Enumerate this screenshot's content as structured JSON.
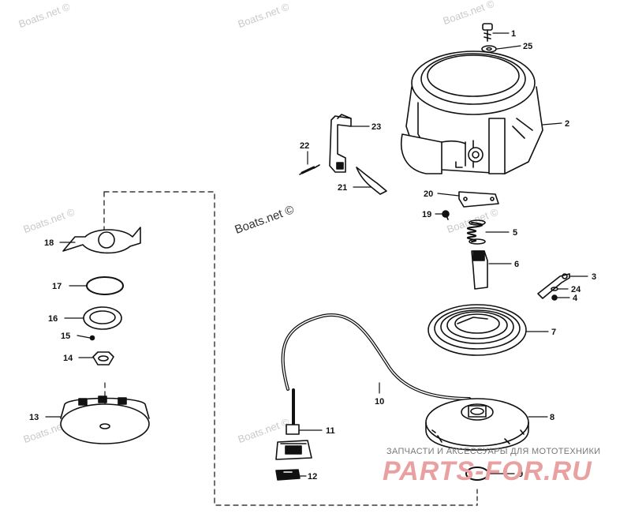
{
  "watermarks": {
    "main": "Boats.net ©",
    "faint": "Boats.net ©"
  },
  "brand": {
    "subtitle": "ЗАПЧАСТИ И АКСЕССУАРЫ ДЛЯ МОТОТЕХНИКИ",
    "logo": "PARTS-FOR.RU"
  },
  "parts": {
    "p1": "1",
    "p2": "2",
    "p3": "3",
    "p4": "4",
    "p5": "5",
    "p6": "6",
    "p7": "7",
    "p8": "8",
    "p9": "9",
    "p10": "10",
    "p11": "11",
    "p12": "12",
    "p13": "13",
    "p14": "14",
    "p15": "15",
    "p16": "16",
    "p17": "17",
    "p18": "18",
    "p19": "19",
    "p20": "20",
    "p21": "21",
    "p22": "22",
    "p23": "23",
    "p24": "24",
    "p25": "25"
  },
  "colors": {
    "ink": "#111111",
    "watermark": "#c9c9c9",
    "logo": "#e9a0a0"
  }
}
